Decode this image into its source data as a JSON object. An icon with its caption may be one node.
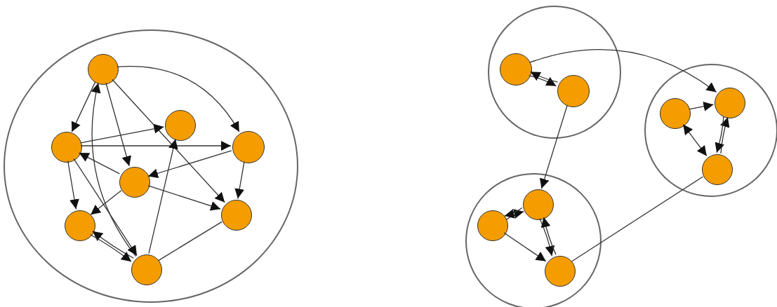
{
  "diagram": {
    "nodes": [
      {
        "text": [],
        "shape": "circle"
      },
      {
        "text": [],
        "shape": "circle",
        "in": 0
      },
      {
        "text": [],
        "shape": "circle",
        "in": 0
      },
      {
        "text": [],
        "shape": "circle",
        "in": 0
      },
      {
        "text": [],
        "shape": "circle",
        "in": 0
      },
      {
        "text": [],
        "shape": "circle",
        "in": 0
      },
      {
        "text": [],
        "shape": "circle",
        "in": 0
      },
      {
        "text": [],
        "shape": "circle",
        "in": 0
      },
      {
        "text": [],
        "shape": "circle",
        "in": 0
      },
      {
        "text": [],
        "shape": "circle"
      },
      {
        "text": [],
        "shape": "circle",
        "in": 9
      },
      {
        "text": [],
        "shape": "circle",
        "in": 9
      },
      {
        "text": [],
        "shape": "circle"
      },
      {
        "text": [],
        "shape": "circle",
        "in": 12
      },
      {
        "text": [],
        "shape": "circle",
        "in": 12
      },
      {
        "text": [],
        "shape": "circle",
        "in": 12
      },
      {
        "text": [],
        "shape": "circle"
      },
      {
        "text": [],
        "shape": "circle",
        "in": 16
      },
      {
        "text": [],
        "shape": "circle",
        "in": 16
      },
      {
        "text": [],
        "shape": "circle",
        "in": 16
      }
    ],
    "edges": [
      {
        "from": 1,
        "to": 2,
        "arrow": "to"
      },
      {
        "from": 1,
        "to": 4,
        "arrow": "to"
      },
      {
        "from": 1,
        "to": 5,
        "arrow": "to"
      },
      {
        "from": 1,
        "to": 6,
        "arrow": "to"
      },
      {
        "from": 8,
        "to": 1,
        "arrow": "to"
      },
      {
        "from": 2,
        "to": 3,
        "arrow": "to"
      },
      {
        "from": 2,
        "to": 4,
        "arrow": "to"
      },
      {
        "from": 2,
        "to": 7,
        "arrow": "to"
      },
      {
        "from": 5,
        "to": 2,
        "arrow": "to"
      },
      {
        "from": 2,
        "to": 8,
        "arrow": "to"
      },
      {
        "from": 8,
        "to": 3,
        "arrow": "to"
      },
      {
        "from": 4,
        "to": 5,
        "arrow": "to"
      },
      {
        "from": 4,
        "to": 6,
        "arrow": "to"
      },
      {
        "from": 5,
        "to": 6,
        "arrow": "to"
      },
      {
        "from": 5,
        "to": 7,
        "arrow": "to"
      },
      {
        "from": 8,
        "to": 7,
        "arrow": "to"
      },
      {
        "from": 7,
        "to": 8,
        "arrow": "to"
      },
      {
        "from": 8,
        "to": 6,
        "arrow": "none"
      },
      {
        "from": 10,
        "to": 11,
        "arrow": "to"
      },
      {
        "from": 11,
        "to": 10,
        "arrow": "to"
      },
      {
        "from": 10,
        "to": 14,
        "arrow": "to"
      },
      {
        "from": 11,
        "to": 17,
        "arrow": "to"
      },
      {
        "from": 13,
        "to": 14,
        "arrow": "to"
      },
      {
        "from": 15,
        "to": 14,
        "arrow": "to"
      },
      {
        "from": 14,
        "to": 15,
        "arrow": "to"
      },
      {
        "from": 13,
        "to": 15,
        "arrow": "both"
      },
      {
        "from": 18,
        "to": 17,
        "arrow": "to"
      },
      {
        "from": 17,
        "to": 18,
        "arrow": "to"
      },
      {
        "from": 18,
        "to": 19,
        "arrow": "to"
      },
      {
        "from": 17,
        "to": 19,
        "arrow": "to"
      },
      {
        "from": 19,
        "to": 17,
        "arrow": "to"
      },
      {
        "from": 19,
        "to": 15,
        "arrow": "none"
      }
    ]
  }
}
